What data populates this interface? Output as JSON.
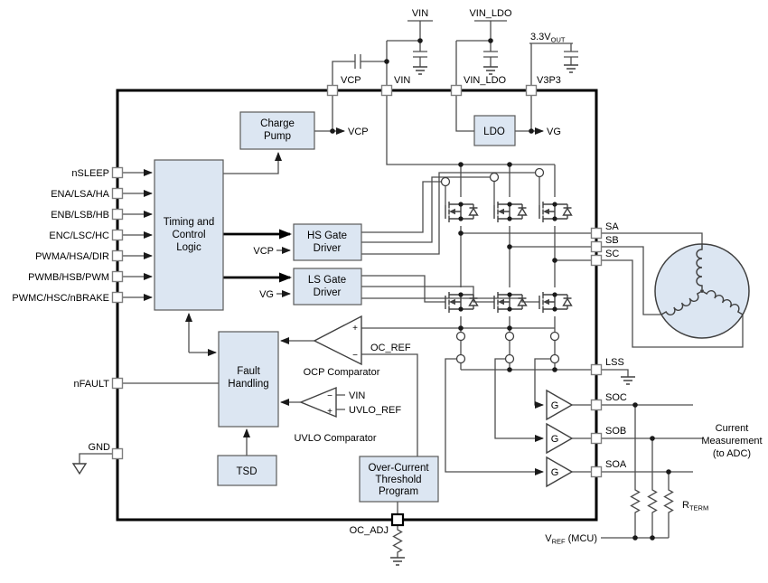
{
  "colors": {
    "block_fill": "#dce6f2",
    "wire": "#4d4d4d",
    "ic_border": "#000000",
    "motor_fill": "#dce6f2"
  },
  "pins": {
    "top": [
      "VCP",
      "VIN",
      "VIN_LDO",
      "V3P3"
    ],
    "left": [
      "nSLEEP",
      "ENA/LSA/HA",
      "ENB/LSB/HB",
      "ENC/LSC/HC",
      "PWMA/HSA/DIR",
      "PWMB/HSB/PWM",
      "PWMC/HSC/nBRAKE"
    ],
    "nfault": "nFAULT",
    "gnd": "GND",
    "right": [
      "SA",
      "SB",
      "SC",
      "LSS",
      "SOC",
      "SOB",
      "SOA"
    ],
    "oc_adj": "OC_ADJ"
  },
  "blocks": {
    "charge_pump": [
      "Charge",
      "Pump"
    ],
    "timing": [
      "Timing and",
      "Control",
      "Logic"
    ],
    "hs_driver": [
      "HS Gate",
      "Driver"
    ],
    "ls_driver": [
      "LS Gate",
      "Driver"
    ],
    "fault_handling": [
      "Fault",
      "Handling"
    ],
    "tsd": "TSD",
    "ldo": "LDO",
    "octp": [
      "Over-Current",
      "Threshold",
      "Program"
    ]
  },
  "nets": {
    "vcp": "VCP",
    "vg": "VG",
    "oc_ref": "OC_REF",
    "uvlo_vin": "VIN",
    "uvlo_ref": "UVLO_REF",
    "plus": "+",
    "minus": "−",
    "gain": "G"
  },
  "captions": {
    "ocp": "OCP Comparator",
    "uvlo": "UVLO Comparator"
  },
  "external": {
    "vin": "VIN",
    "vin_ldo": "VIN_LDO",
    "v33": "3.3V",
    "v33_sub": "OUT",
    "current_measurement": [
      "Current",
      "Measurement",
      "(to ADC)"
    ],
    "rterm": "R",
    "rterm_sub": "TERM",
    "vref": "V",
    "vref_sub": "REF",
    "vref_mcu": " (MCU)"
  }
}
